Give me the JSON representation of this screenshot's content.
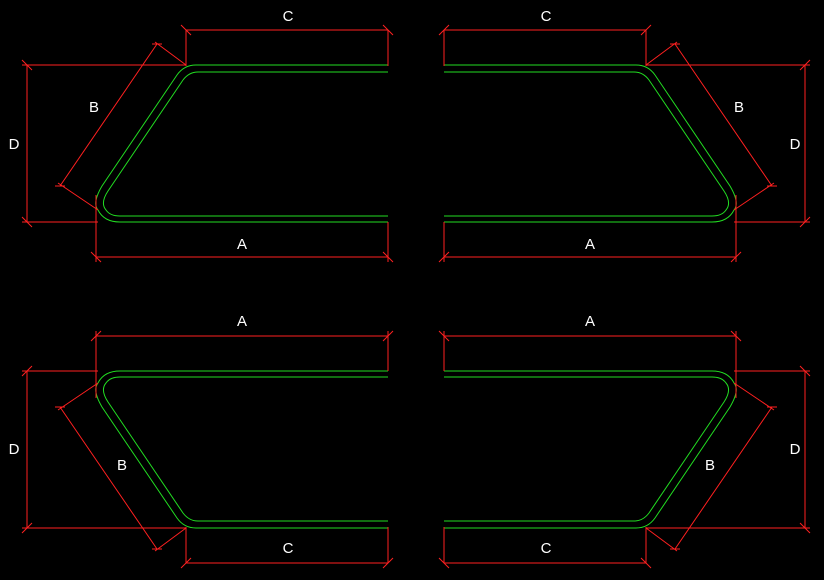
{
  "colors": {
    "background": "#000000",
    "dimension": "#ff2020",
    "bar": "#22dd22",
    "label": "#ffffff"
  },
  "shapes": [
    {
      "id": "top-left",
      "labels": {
        "top": "C",
        "bottom": "A",
        "side": "D",
        "slope": "B"
      }
    },
    {
      "id": "top-right",
      "labels": {
        "top": "C",
        "bottom": "A",
        "side": "D",
        "slope": "B"
      }
    },
    {
      "id": "bottom-left",
      "labels": {
        "top": "A",
        "bottom": "C",
        "side": "D",
        "slope": "B"
      }
    },
    {
      "id": "bottom-right",
      "labels": {
        "top": "A",
        "bottom": "C",
        "side": "D",
        "slope": "B"
      }
    }
  ]
}
